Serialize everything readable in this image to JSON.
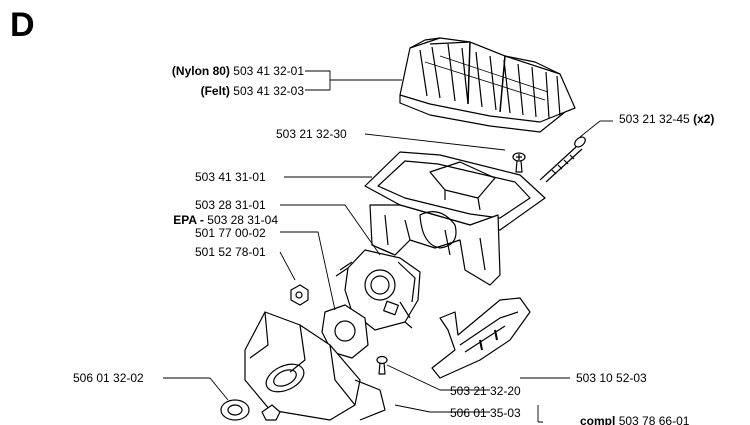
{
  "section": "D",
  "labels": {
    "air_filter_nylon_prefix": "(Nylon 80)",
    "air_filter_nylon": "503 41 32-01",
    "air_filter_felt_prefix": "(Felt)",
    "air_filter_felt": "503 41 32-03",
    "screw_small": "503 21 32-30",
    "screw_long": "503 21 32-45",
    "screw_long_qty": "(x2)",
    "filter_holder": "503 41 31-01",
    "carburetor": "503 28 31-01",
    "carburetor_epa_prefix": "EPA -",
    "carburetor_epa": "503 28 31-04",
    "gasket": "501 77 00-02",
    "nut": "501 52 78-01",
    "bushing": "506 01 32-02",
    "screw_intake": "503 21 32-20",
    "lever_bracket": "503 10 52-03",
    "intake_housing": "506 01 35-03",
    "compl_prefix": "compl",
    "compl": "503 78 66-01"
  }
}
